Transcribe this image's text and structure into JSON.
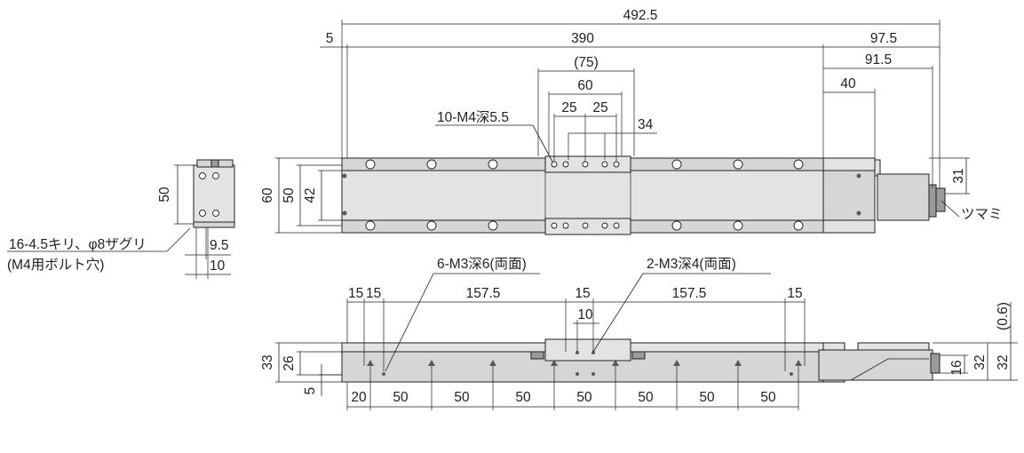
{
  "colors": {
    "line": "#231f20",
    "body": "#d6d6d6",
    "top": "#e3e3e3",
    "dark": "#9a9a9a"
  },
  "dims": {
    "overall": "492.5",
    "offset5": "5",
    "stroke": "390",
    "motor": "97.5",
    "motor2": "91.5",
    "motor3": "40",
    "table75": "(75)",
    "table60": "60",
    "pitch25a": "25",
    "pitch25b": "25",
    "d34": "34",
    "tap_top": "10-M4深5.5",
    "h60": "60",
    "h50": "50",
    "h42": "42",
    "h31": "31",
    "knob": "ツマミ",
    "end50": "50",
    "end95": "9.5",
    "end10": "10",
    "bolt_l1": "16-4.5キリ、φ8ザグリ",
    "bolt_l2": "(M4用ボルト穴)",
    "tap_side": "6-M3深6(両面)",
    "tap_side2": "2-M3深4(両面)",
    "s15a": "15",
    "s15b": "15",
    "s157a": "157.5",
    "s15c": "15",
    "s10": "10",
    "s157b": "157.5",
    "s15d": "15",
    "h33": "33",
    "h26": "26",
    "h5": "5",
    "b20": "20",
    "b50": [
      "50",
      "50",
      "50",
      "50",
      "50",
      "50"
    ],
    "r06": "(0.6)",
    "r16": "16",
    "r32a": "32",
    "r32b": "32"
  }
}
